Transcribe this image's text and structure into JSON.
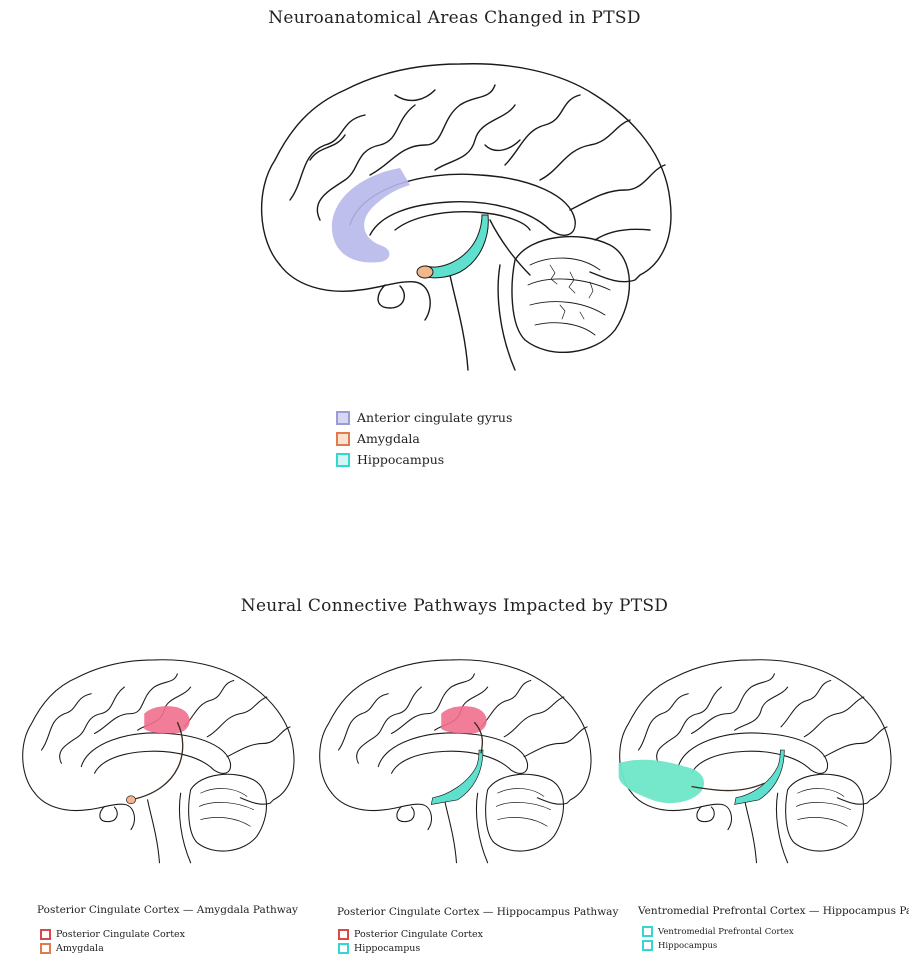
{
  "title": "Neuroanatomical Areas Changed in PTSD",
  "subtitle": "Neural Connective Pathways Impacted by PTSD",
  "colors": {
    "acc": "#b7b8ea",
    "amygdala": "#f2b78a",
    "amygdala_border": "#e07b4f",
    "hippocampus": "#5fe0cf",
    "pcc": "#ef6f8e",
    "pcc_border": "#d64a4a",
    "vmpfc": "#6ee6c8",
    "outline": "#1a1a1a"
  },
  "main_legend": [
    {
      "label": "Anterior cingulate gyrus",
      "color": "#9a9cd6"
    },
    {
      "label": "Amygdala",
      "color": "#e07b4f"
    },
    {
      "label": "Hippocampus",
      "color": "#36d6d0"
    }
  ],
  "panels": [
    {
      "caption": "Posterior Cingulate Cortex — Amygdala Pathway",
      "legend": [
        {
          "label": "Posterior Cingulate Cortex",
          "color": "#d64a4a"
        },
        {
          "label": "Amygdala",
          "color": "#e07b4f"
        }
      ]
    },
    {
      "caption": "Posterior Cingulate Cortex — Hippocampus Pathway",
      "legend": [
        {
          "label": "Posterior Cingulate Cortex",
          "color": "#d64a4a"
        },
        {
          "label": "Hippocampus",
          "color": "#36d6d0"
        }
      ]
    },
    {
      "caption": "Ventromedial Prefrontal Cortex — Hippocampus Pathway",
      "legend": [
        {
          "label": "Ventromedial Prefrontal Cortex",
          "color": "#36d6d0"
        },
        {
          "label": "Hippocampus",
          "color": "#36d6d0"
        }
      ]
    }
  ]
}
